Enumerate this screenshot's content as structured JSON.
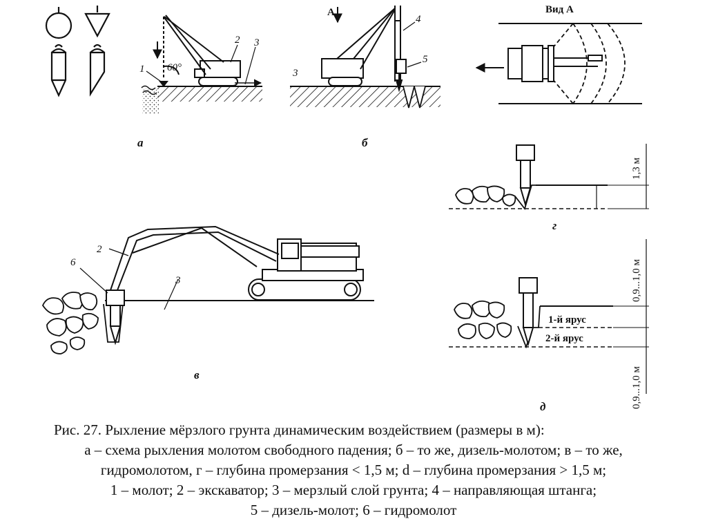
{
  "labels": {
    "view_title": "Вид А",
    "arrow_a": "А",
    "angle": "60°",
    "part_a": "а",
    "part_b": "б",
    "part_v": "в",
    "part_g": "г",
    "part_d": "д",
    "n1": "1",
    "n2": "2",
    "n3": "3",
    "n4": "4",
    "n5": "5",
    "n6": "6",
    "depth_g": "1,3 м",
    "depth_d_top": "0,9...1,0 м",
    "depth_d_bottom": "0,9...1,0 м",
    "tier1": "1-й ярус",
    "tier2": "2-й ярус"
  },
  "caption": {
    "line1": "Рис. 27. Рыхление мёрзлого грунта динамическим воздействием (размеры в м):",
    "line2": "а – схема рыхления молотом свободного падения; б – то же, дизель-молотом; в – то же,",
    "line3": "гидромолотом, г – глубина промерзания < 1,5 м; d – глубина промерзания  > 1,5 м;",
    "line4": "1 – молот; 2 – экскаватор; 3 – мерзлый слой грунта; 4 – направляющая штанга;",
    "line5": "5 – дизель-молот; 6 – гидромолот"
  }
}
